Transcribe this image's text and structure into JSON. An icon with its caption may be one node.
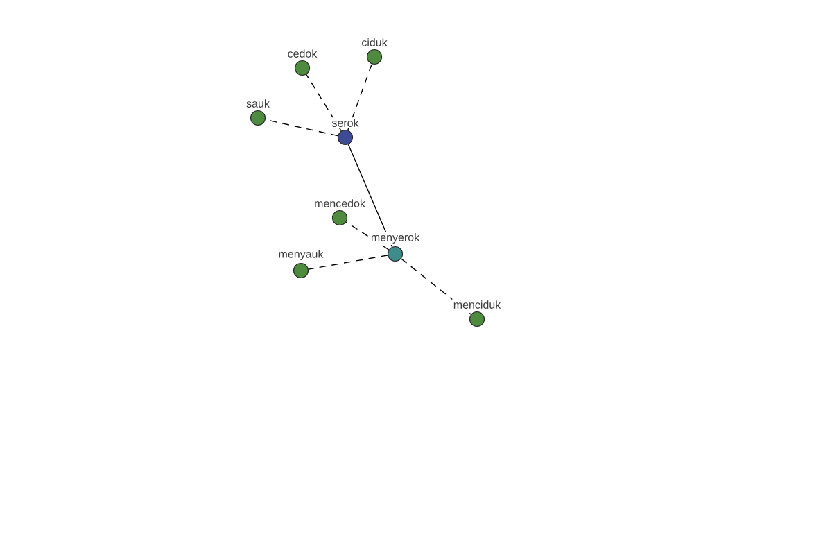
{
  "diagram": {
    "nodes": [
      {
        "text": [
          "ciduk"
        ]
      },
      {
        "text": [
          "cedok"
        ]
      },
      {
        "text": [
          "sauk"
        ]
      },
      {
        "text": [
          "serok"
        ]
      },
      {
        "text": [
          "mencedok"
        ]
      },
      {
        "text": [
          "menyerok"
        ]
      },
      {
        "text": [
          "menyauk"
        ]
      },
      {
        "text": [
          "menciduk"
        ]
      }
    ],
    "edges": [
      {
        "from": 3,
        "to": 1,
        "arrow": "none",
        "style": "dashed"
      },
      {
        "from": 3,
        "to": 0,
        "arrow": "none",
        "style": "dashed"
      },
      {
        "from": 3,
        "to": 2,
        "arrow": "none",
        "style": "dashed"
      },
      {
        "from": 3,
        "to": 5,
        "arrow": "none"
      },
      {
        "from": 5,
        "to": 4,
        "arrow": "none",
        "style": "dashed"
      },
      {
        "from": 5,
        "to": 6,
        "arrow": "none",
        "style": "dashed"
      },
      {
        "from": 5,
        "to": 7,
        "arrow": "none",
        "style": "dashed"
      }
    ]
  }
}
